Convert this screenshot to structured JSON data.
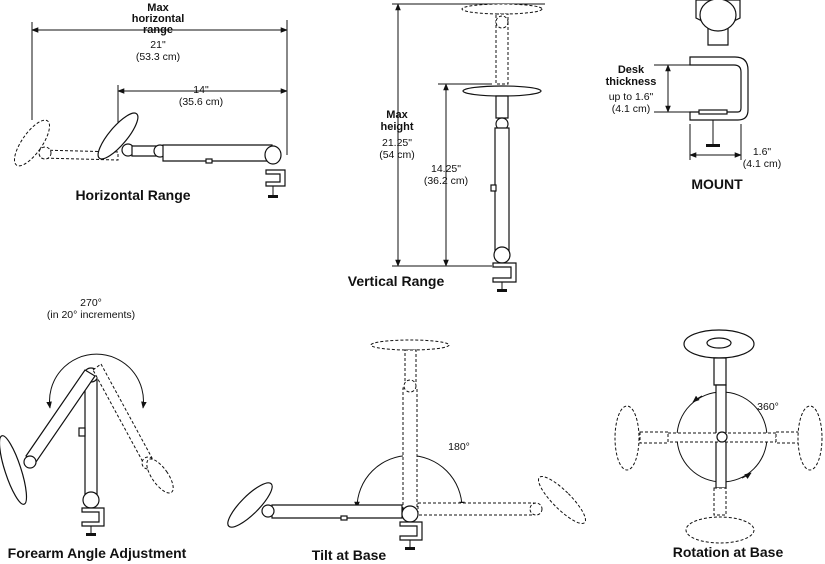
{
  "panels": {
    "horizontal": {
      "caption": "Horizontal Range",
      "max_label": [
        "Max",
        "horizontal",
        "range"
      ],
      "max_in": "21\"",
      "max_cm": "(53.3 cm)",
      "min_in": "14\"",
      "min_cm": "(35.6 cm)"
    },
    "vertical": {
      "caption": "Vertical Range",
      "max_label": [
        "Max",
        "height"
      ],
      "max_in": "21.25\"",
      "max_cm": "(54 cm)",
      "min_in": "14.25\"",
      "min_cm": "(36.2 cm)"
    },
    "mount": {
      "caption": "MOUNT",
      "desk_label": [
        "Desk",
        "thickness"
      ],
      "desk_in": "up to 1.6\"",
      "desk_cm": "(4.1 cm)",
      "width_in": "1.6\"",
      "width_cm": "(4.1 cm)"
    },
    "forearm": {
      "caption": "Forearm Angle Adjustment",
      "angle": "270°",
      "increments": "(in 20° increments)"
    },
    "tilt": {
      "caption": "Tilt at Base",
      "angle": "180°"
    },
    "rotation": {
      "caption": "Rotation at Base",
      "angle": "360°"
    }
  }
}
